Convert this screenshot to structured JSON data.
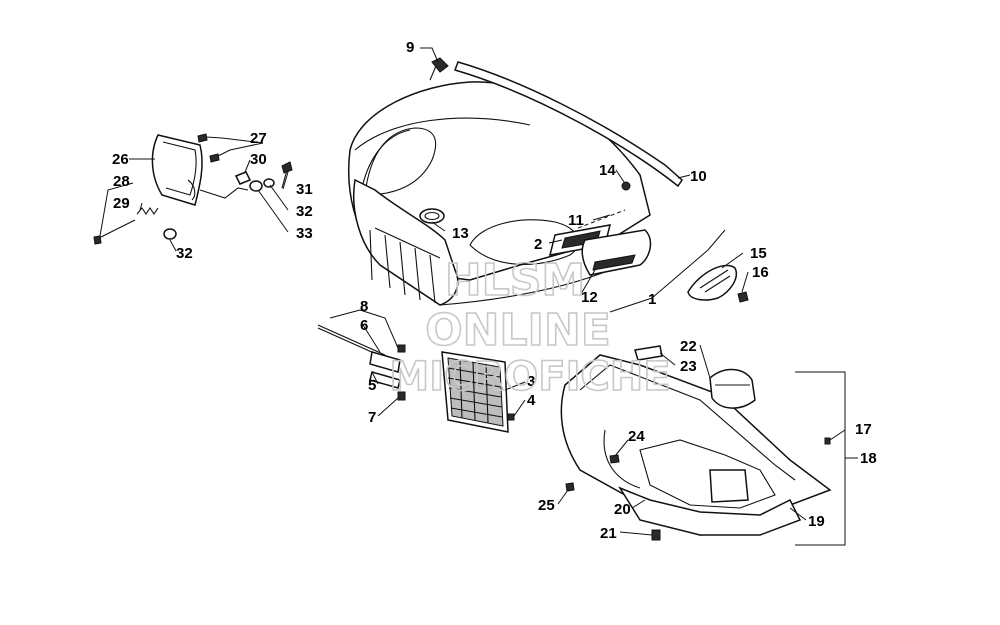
{
  "callouts": {
    "n1": "1",
    "n2": "2",
    "n3": "3",
    "n4": "4",
    "n5": "5",
    "n6": "6",
    "n7": "7",
    "n8": "8",
    "n9": "9",
    "n10": "10",
    "n11": "11",
    "n12": "12",
    "n13": "13",
    "n14": "14",
    "n15": "15",
    "n16": "16",
    "n17": "17",
    "n18": "18",
    "n19": "19",
    "n20": "20",
    "n21": "21",
    "n22": "22",
    "n23": "23",
    "n24": "24",
    "n25": "25",
    "n26": "26",
    "n27": "27",
    "n28": "28",
    "n29": "29",
    "n30": "30",
    "n31": "31",
    "n32a": "32",
    "n32b": "32",
    "n33": "33"
  },
  "watermark": {
    "line1": "HLSM",
    "line2": "ONLINE",
    "line3": "MICROFICHE"
  }
}
